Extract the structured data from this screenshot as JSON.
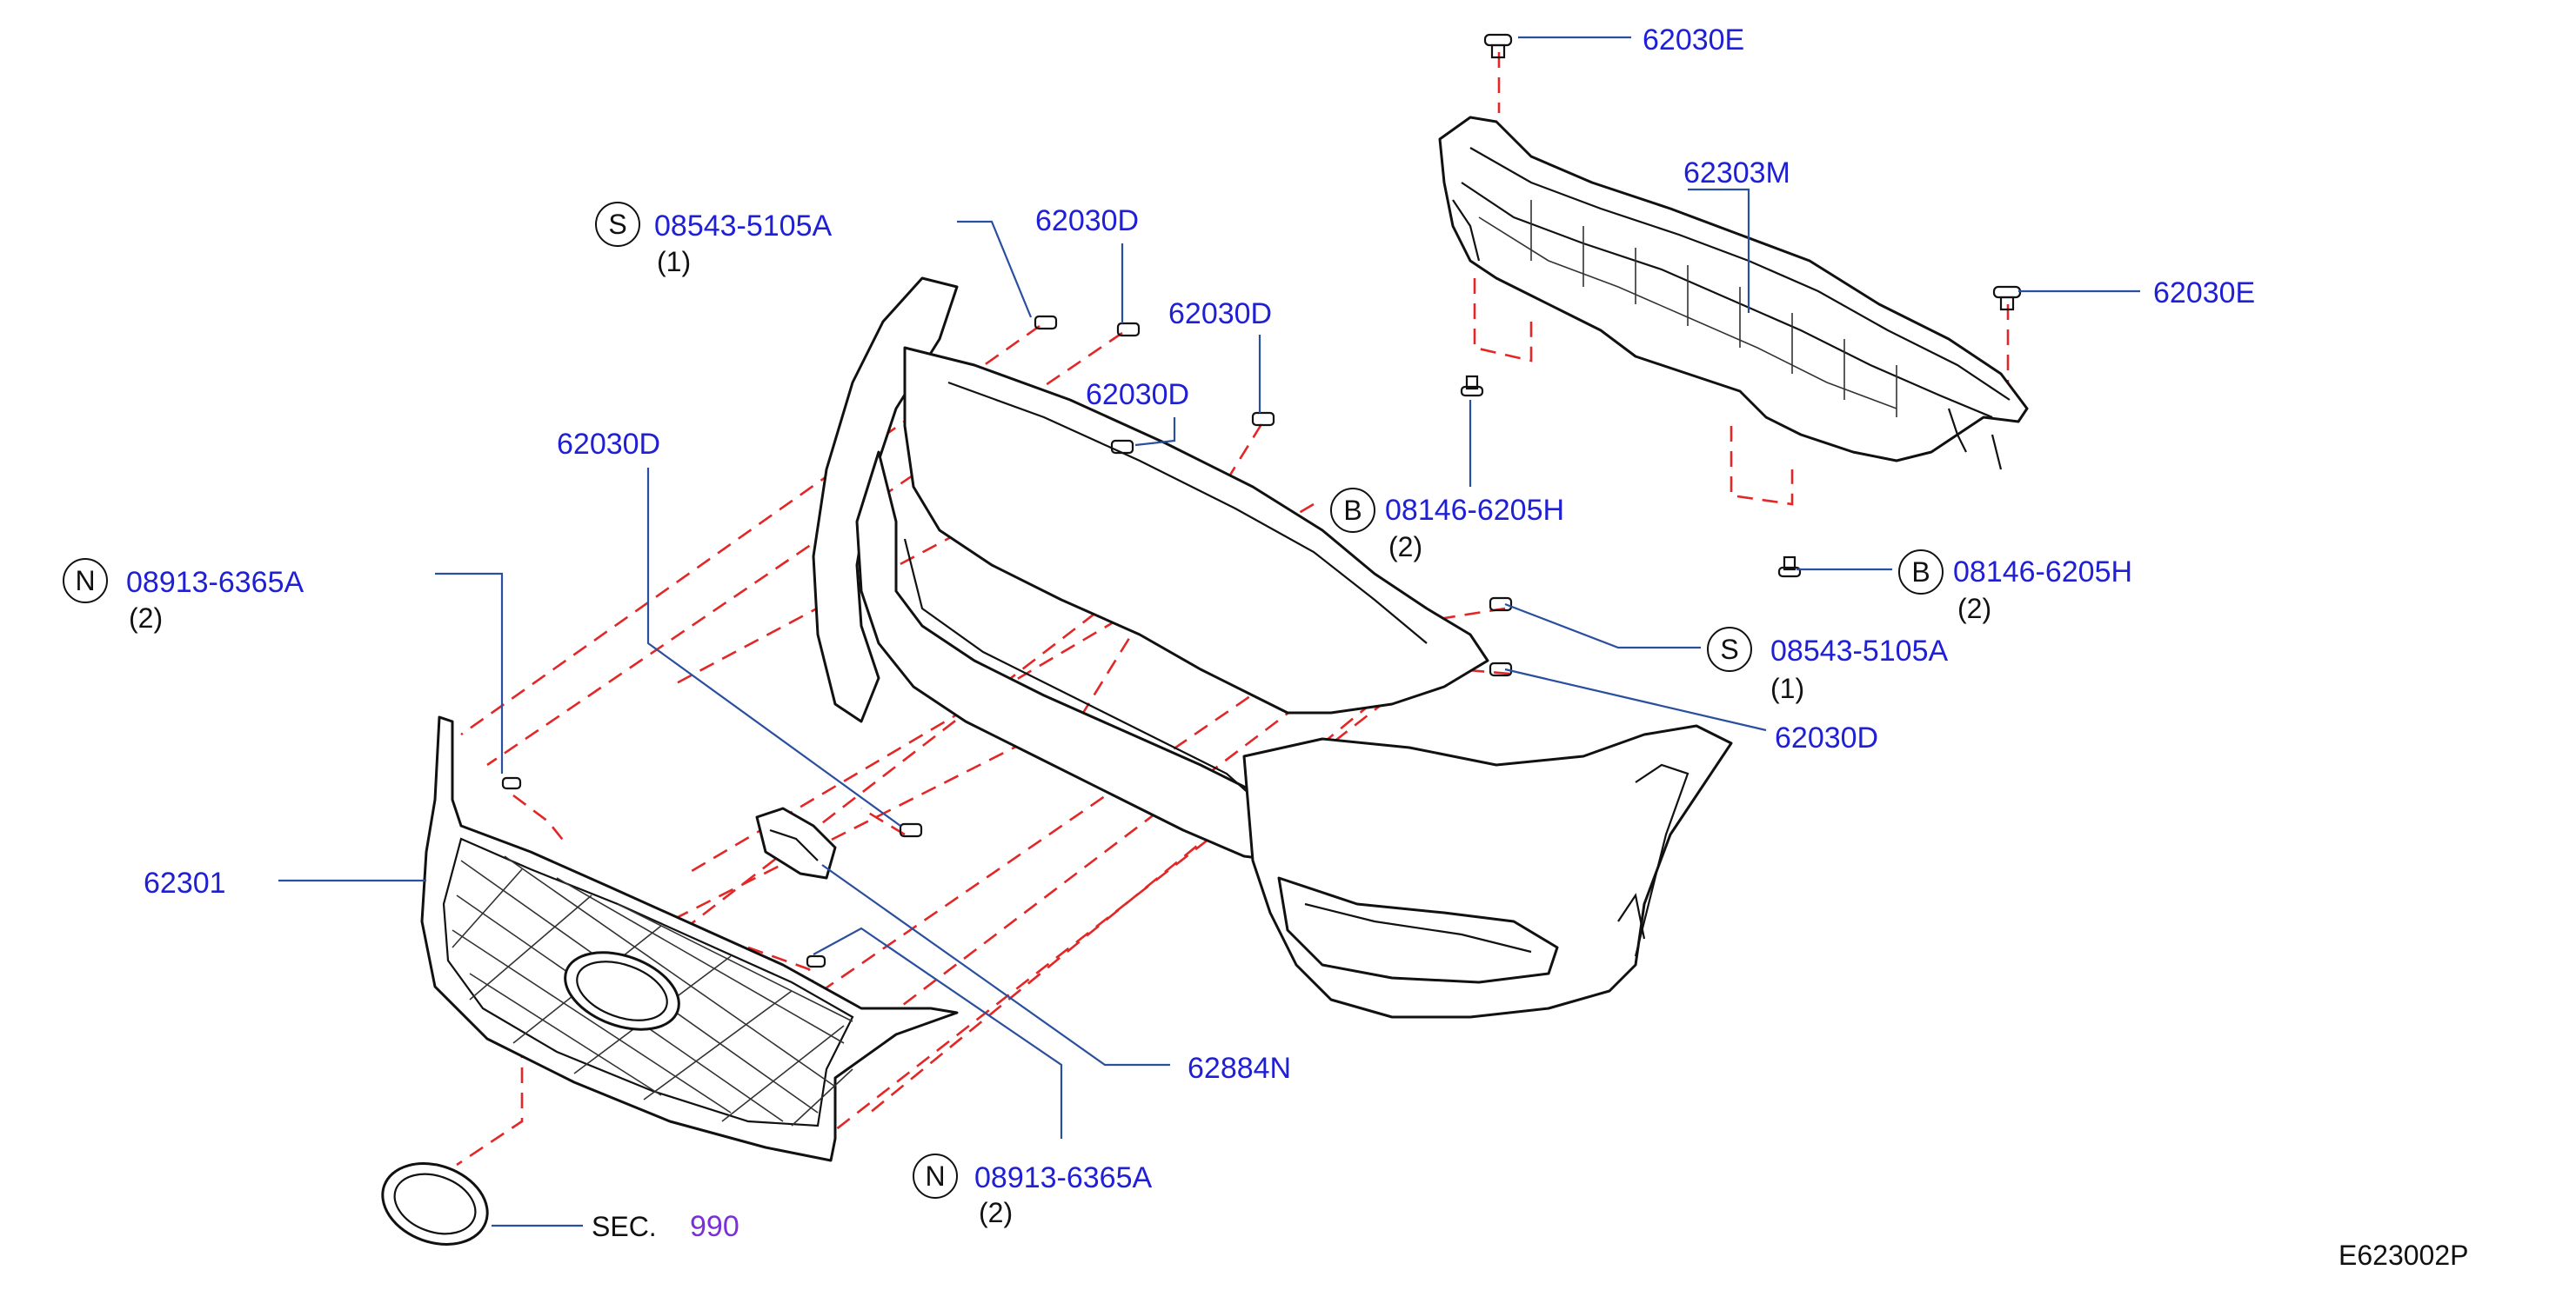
{
  "diagram_code": "E623002P",
  "section_ref": {
    "prefix": "SEC.",
    "number": "990"
  },
  "callouts": [
    {
      "id": "c-62030e-top",
      "part": "62030E"
    },
    {
      "id": "c-62303m",
      "part": "62303M"
    },
    {
      "id": "c-62030e-right",
      "part": "62030E"
    },
    {
      "id": "c-08146-a",
      "symbol": "B",
      "part": "08146-6205H",
      "qty": "(2)"
    },
    {
      "id": "c-08146-b",
      "symbol": "B",
      "part": "08146-6205H",
      "qty": "(2)"
    },
    {
      "id": "c-08543-right",
      "symbol": "S",
      "part": "08543-5105A",
      "qty": "(1)"
    },
    {
      "id": "c-62030d-right",
      "part": "62030D"
    },
    {
      "id": "c-08543-top",
      "symbol": "S",
      "part": "08543-5105A",
      "qty": "(1)"
    },
    {
      "id": "c-62030d-a",
      "part": "62030D"
    },
    {
      "id": "c-62030d-b",
      "part": "62030D"
    },
    {
      "id": "c-62030d-c",
      "part": "62030D"
    },
    {
      "id": "c-62030d-left",
      "part": "62030D"
    },
    {
      "id": "c-08913-left",
      "symbol": "N",
      "part": "08913-6365A",
      "qty": "(2)"
    },
    {
      "id": "c-62301",
      "part": "62301"
    },
    {
      "id": "c-62884n",
      "part": "62884N"
    },
    {
      "id": "c-08913-bottom",
      "symbol": "N",
      "part": "08913-6365A",
      "qty": "(2)"
    }
  ]
}
